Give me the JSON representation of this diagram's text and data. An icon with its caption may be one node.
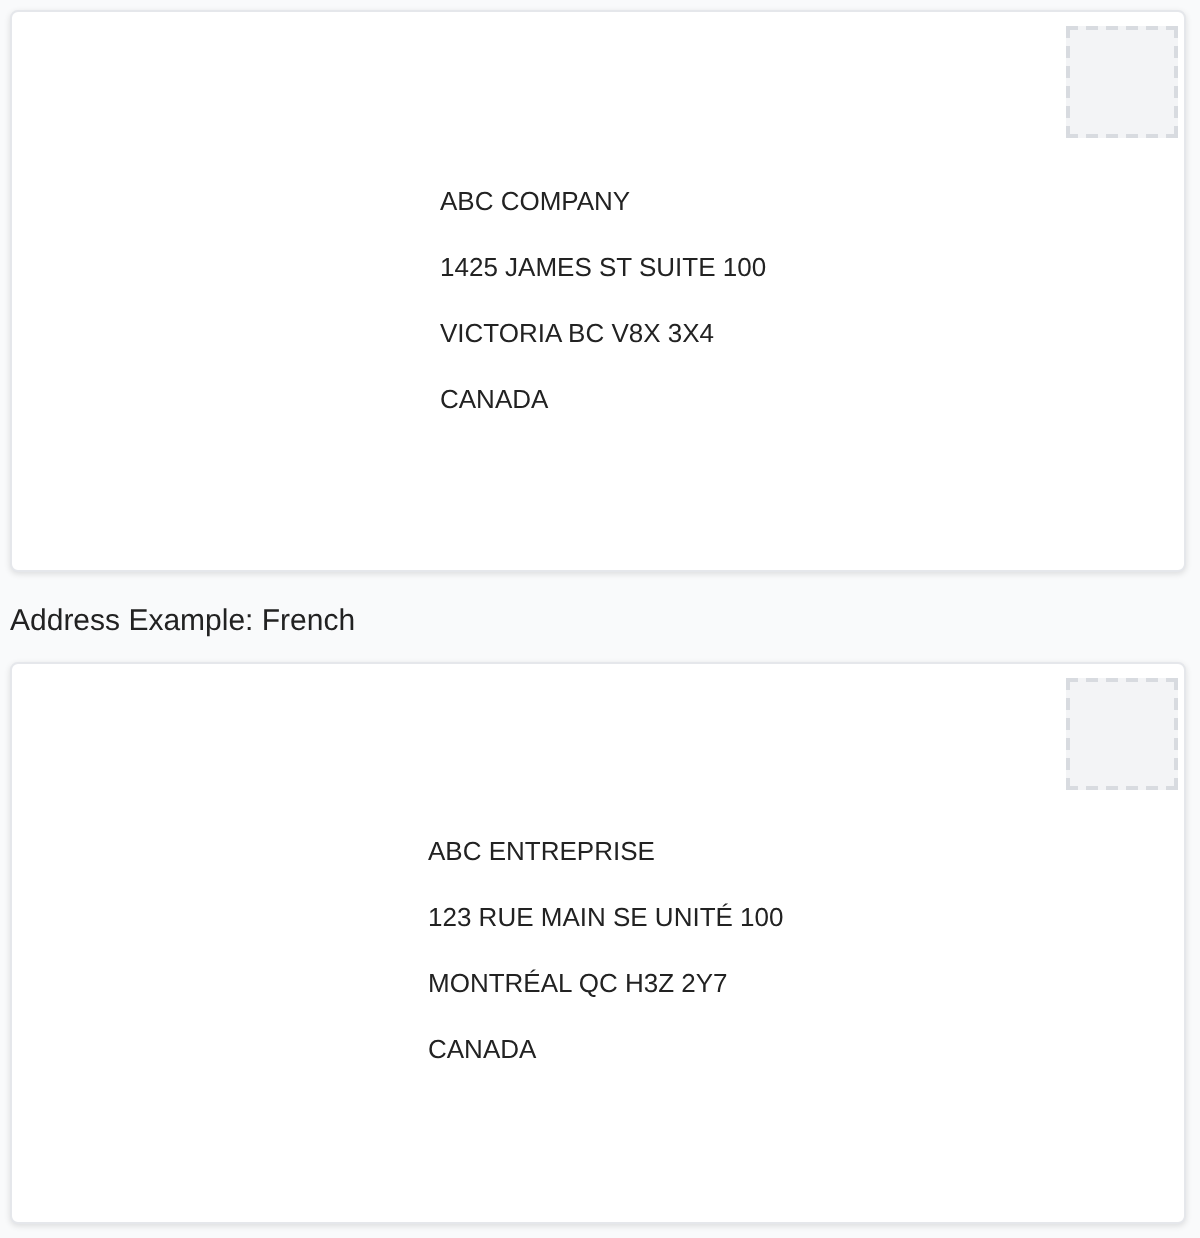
{
  "diagram": {
    "nodes": [
      {
        "text": [
          "ABC COMPANY",
          "1425 JAMES ST SUITE 100",
          "VICTORIA BC V8X 3X4",
          "CANADA"
        ]
      },
      {
        "text": [],
        "shape": "box",
        "in": 0
      },
      {
        "text": [
          "ABC ENTREPRISE",
          "123 RUE MAIN SE UNITÉ 100",
          "MONTRÉAL QC H3Z 2Y7",
          "CANADA"
        ]
      },
      {
        "text": [],
        "shape": "box",
        "in": 2
      }
    ],
    "labels": [
      "Address Example: French"
    ]
  }
}
